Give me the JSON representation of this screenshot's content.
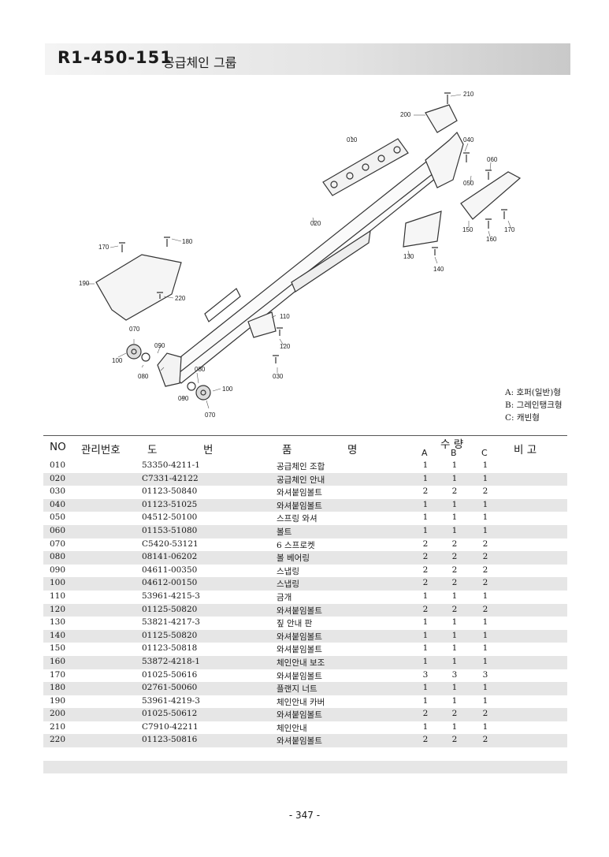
{
  "header": {
    "code": "R1-450-151",
    "title": "공급체인 그룹"
  },
  "diagram": {
    "callouts": [
      "010",
      "020",
      "030",
      "040",
      "050",
      "060",
      "070",
      "070",
      "080",
      "080",
      "090",
      "090",
      "100",
      "100",
      "110",
      "120",
      "130",
      "140",
      "150",
      "160",
      "170",
      "170",
      "180",
      "190",
      "200",
      "210",
      "220"
    ]
  },
  "legend": [
    "A: 호퍼(일반)형",
    "B: 그레인탱크형",
    "C: 캐빈형"
  ],
  "table": {
    "headers": {
      "no": "NO",
      "mgmt": "관리번호",
      "dwg1": "도",
      "dwg2": "번",
      "name1": "품",
      "name2": "명",
      "qty": "수 량",
      "a": "A",
      "b": "B",
      "c": "C",
      "note": "비 고"
    },
    "rows": [
      {
        "no": "010",
        "dwg": "53350-4211-1",
        "name": "공급체인 조합",
        "a": "1",
        "b": "1",
        "c": "1"
      },
      {
        "no": "020",
        "dwg": "C7331-42122",
        "name": "공급체인 안내",
        "a": "1",
        "b": "1",
        "c": "1"
      },
      {
        "no": "030",
        "dwg": "01123-50840",
        "name": "와셔붙임볼트",
        "a": "2",
        "b": "2",
        "c": "2"
      },
      {
        "no": "040",
        "dwg": "01123-51025",
        "name": "와셔붙임볼트",
        "a": "1",
        "b": "1",
        "c": "1"
      },
      {
        "no": "050",
        "dwg": "04512-50100",
        "name": "스프링 와셔",
        "a": "1",
        "b": "1",
        "c": "1"
      },
      {
        "no": "060",
        "dwg": "01153-51080",
        "name": "볼트",
        "a": "1",
        "b": "1",
        "c": "1"
      },
      {
        "no": "070",
        "dwg": "C5420-53121",
        "name": "6 스프로켓",
        "a": "2",
        "b": "2",
        "c": "2"
      },
      {
        "no": "080",
        "dwg": "08141-06202",
        "name": "볼 베어링",
        "a": "2",
        "b": "2",
        "c": "2"
      },
      {
        "no": "090",
        "dwg": "04611-00350",
        "name": "스냅링",
        "a": "2",
        "b": "2",
        "c": "2"
      },
      {
        "no": "100",
        "dwg": "04612-00150",
        "name": "스냅링",
        "a": "2",
        "b": "2",
        "c": "2"
      },
      {
        "no": "110",
        "dwg": "53961-4215-3",
        "name": "금개",
        "a": "1",
        "b": "1",
        "c": "1"
      },
      {
        "no": "120",
        "dwg": "01125-50820",
        "name": "와셔붙임볼트",
        "a": "2",
        "b": "2",
        "c": "2"
      },
      {
        "no": "130",
        "dwg": "53821-4217-3",
        "name": "짚 안내 판",
        "a": "1",
        "b": "1",
        "c": "1"
      },
      {
        "no": "140",
        "dwg": "01125-50820",
        "name": "와셔붙임볼트",
        "a": "1",
        "b": "1",
        "c": "1"
      },
      {
        "no": "150",
        "dwg": "01123-50818",
        "name": "와셔붙임볼트",
        "a": "1",
        "b": "1",
        "c": "1"
      },
      {
        "no": "160",
        "dwg": "53872-4218-1",
        "name": "체인안내 보조",
        "a": "1",
        "b": "1",
        "c": "1"
      },
      {
        "no": "170",
        "dwg": "01025-50616",
        "name": "와셔붙임볼트",
        "a": "3",
        "b": "3",
        "c": "3"
      },
      {
        "no": "180",
        "dwg": "02761-50060",
        "name": "플랜지 너트",
        "a": "1",
        "b": "1",
        "c": "1"
      },
      {
        "no": "190",
        "dwg": "53961-4219-3",
        "name": "체인안내 카버",
        "a": "1",
        "b": "1",
        "c": "1"
      },
      {
        "no": "200",
        "dwg": "01025-50612",
        "name": "와셔붙임볼트",
        "a": "2",
        "b": "2",
        "c": "2"
      },
      {
        "no": "210",
        "dwg": "C7910-42211",
        "name": "체인안내",
        "a": "1",
        "b": "1",
        "c": "1"
      },
      {
        "no": "220",
        "dwg": "01123-50816",
        "name": "와셔붙임볼트",
        "a": "2",
        "b": "2",
        "c": "2"
      }
    ]
  },
  "page_number": "- 347 -"
}
